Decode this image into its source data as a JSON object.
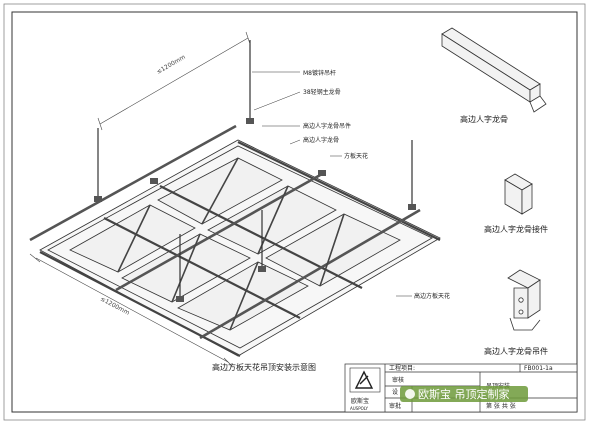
{
  "title": "高边方板天花吊顶安装示意图",
  "dimensions": {
    "top": "≤1200mm",
    "bottom": "≤1200mm"
  },
  "callouts": [
    "M8镀锌吊杆",
    "38轻钢主龙骨",
    "高边人字龙骨吊件",
    "高边人字龙骨",
    "方板天花",
    "高边方板天花"
  ],
  "parts": [
    {
      "caption": "高边人字龙骨",
      "icon": "keel-profile-icon"
    },
    {
      "caption": "高边人字龙骨接件",
      "icon": "keel-connector-icon"
    },
    {
      "caption": "高边人字龙骨吊件",
      "icon": "keel-hanger-icon"
    }
  ],
  "title_block": {
    "project_label": "工程项目:",
    "drawing_no": "FB001-1a",
    "company": "欧斯宝",
    "company_en": "AUSPOLY",
    "design_label": "设",
    "review_label": "审核",
    "approve_label": "审批",
    "drawing_name": "吊顶安装",
    "sheet_label": "第   张    共   张"
  },
  "watermark": "欧斯宝 吊顶定制家",
  "colors": {
    "line": "#333333",
    "frame": "#555555",
    "panel": "#f4f4f4",
    "watermark_bg": "#6d9a3a"
  }
}
